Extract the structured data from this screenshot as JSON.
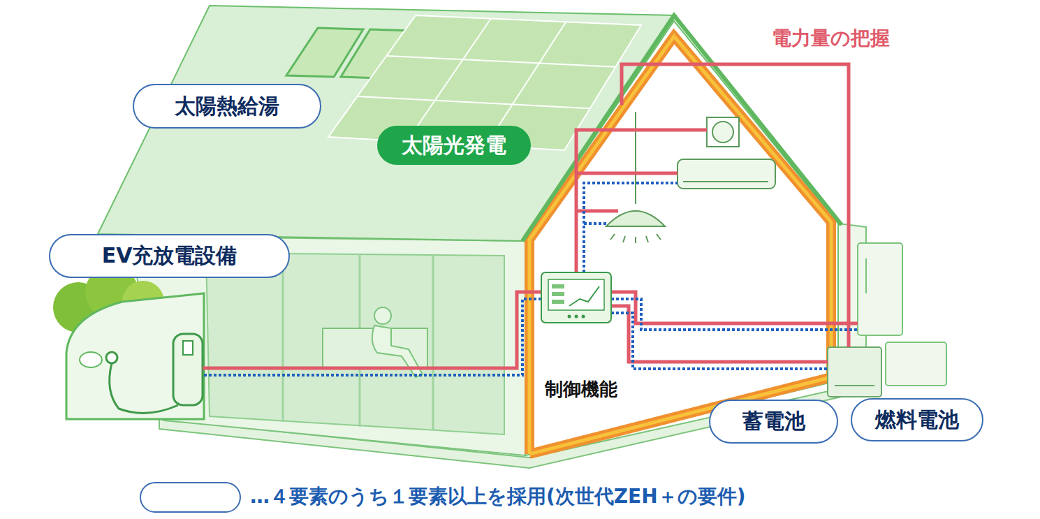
{
  "diagram": {
    "nodes": [
      {
        "text": [
          "太陽熱給湯"
        ]
      },
      {
        "text": [
          "太陽光発電"
        ]
      },
      {
        "text": [
          "EV充放電設備"
        ]
      },
      {
        "text": [
          "蓄電池"
        ]
      },
      {
        "text": [
          "燃料電池"
        ]
      }
    ],
    "labels": [
      "電力量の把握",
      "制御機能"
    ],
    "legend": [
      {
        "text": "…４要素のうち１要素以上を採用(次世代ZEH＋の要件)"
      }
    ]
  }
}
